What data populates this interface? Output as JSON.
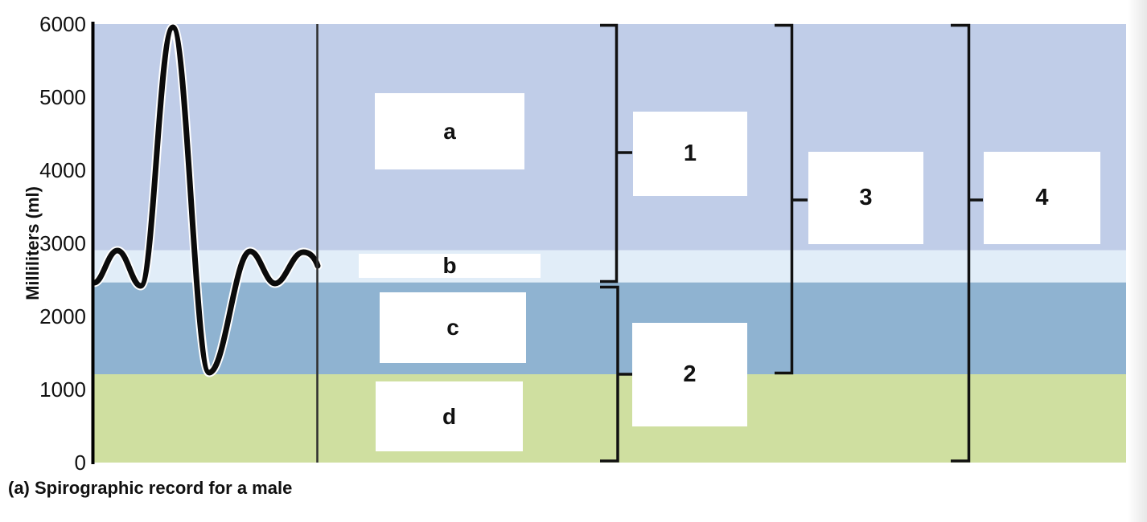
{
  "figure": {
    "caption": "(a) Spirographic record for a male"
  },
  "y_axis": {
    "title": "Milliliters (ml)",
    "ticks": [
      "6000",
      "5000",
      "4000",
      "3000",
      "2000",
      "1000",
      "0"
    ]
  },
  "answer_boxes": {
    "a": "a",
    "b": "b",
    "c": "c",
    "d": "d",
    "n1": "1",
    "n2": "2",
    "n3": "3",
    "n4": "4"
  },
  "colors": {
    "band_upper": "#c0cde8",
    "band_tidal": "#e1edf8",
    "band_mid": "#8fb3d1",
    "band_lower": "#cfdfa0",
    "trace": "#0b0b0b",
    "trace_casing": "#ffffff",
    "bracket": "#111111",
    "axis_line": "#000000",
    "divider_line": "#2e2e2e"
  },
  "chart_data": {
    "type": "line",
    "title": "(a) Spirographic record for a male",
    "ylabel": "Milliliters (ml)",
    "ylim": [
      0,
      6000
    ],
    "y_ticks": [
      0,
      1000,
      2000,
      3000,
      4000,
      5000,
      6000
    ],
    "grid": false,
    "legend": false,
    "series": [
      {
        "name": "spirogram-trace",
        "y_ml": [
          2450,
          2900,
          2420,
          5950,
          1230,
          2890,
          2450,
          2880,
          2690
        ],
        "description": "quiet tidal breaths, one maximal inspiration peaking near 6000 ml, maximal expiration dipping near 1230 ml, then tidal breaths again; no x-axis scale shown"
      }
    ],
    "volume_bands_ml": [
      {
        "answer_box": "a",
        "from": 2900,
        "to": 6000,
        "color": "#c0cde8"
      },
      {
        "answer_box": "b",
        "from": 2450,
        "to": 2900,
        "color": "#e1edf8"
      },
      {
        "answer_box": "c",
        "from": 1200,
        "to": 2450,
        "color": "#8fb3d1"
      },
      {
        "answer_box": "d",
        "from": 0,
        "to": 1200,
        "color": "#cfdfa0"
      }
    ],
    "capacity_brackets_ml": [
      {
        "answer_box": "1",
        "from": 2450,
        "to": 6000
      },
      {
        "answer_box": "2",
        "from": 0,
        "to": 2450
      },
      {
        "answer_box": "3",
        "from": 1200,
        "to": 6000
      },
      {
        "answer_box": "4",
        "from": 0,
        "to": 6000
      }
    ]
  }
}
